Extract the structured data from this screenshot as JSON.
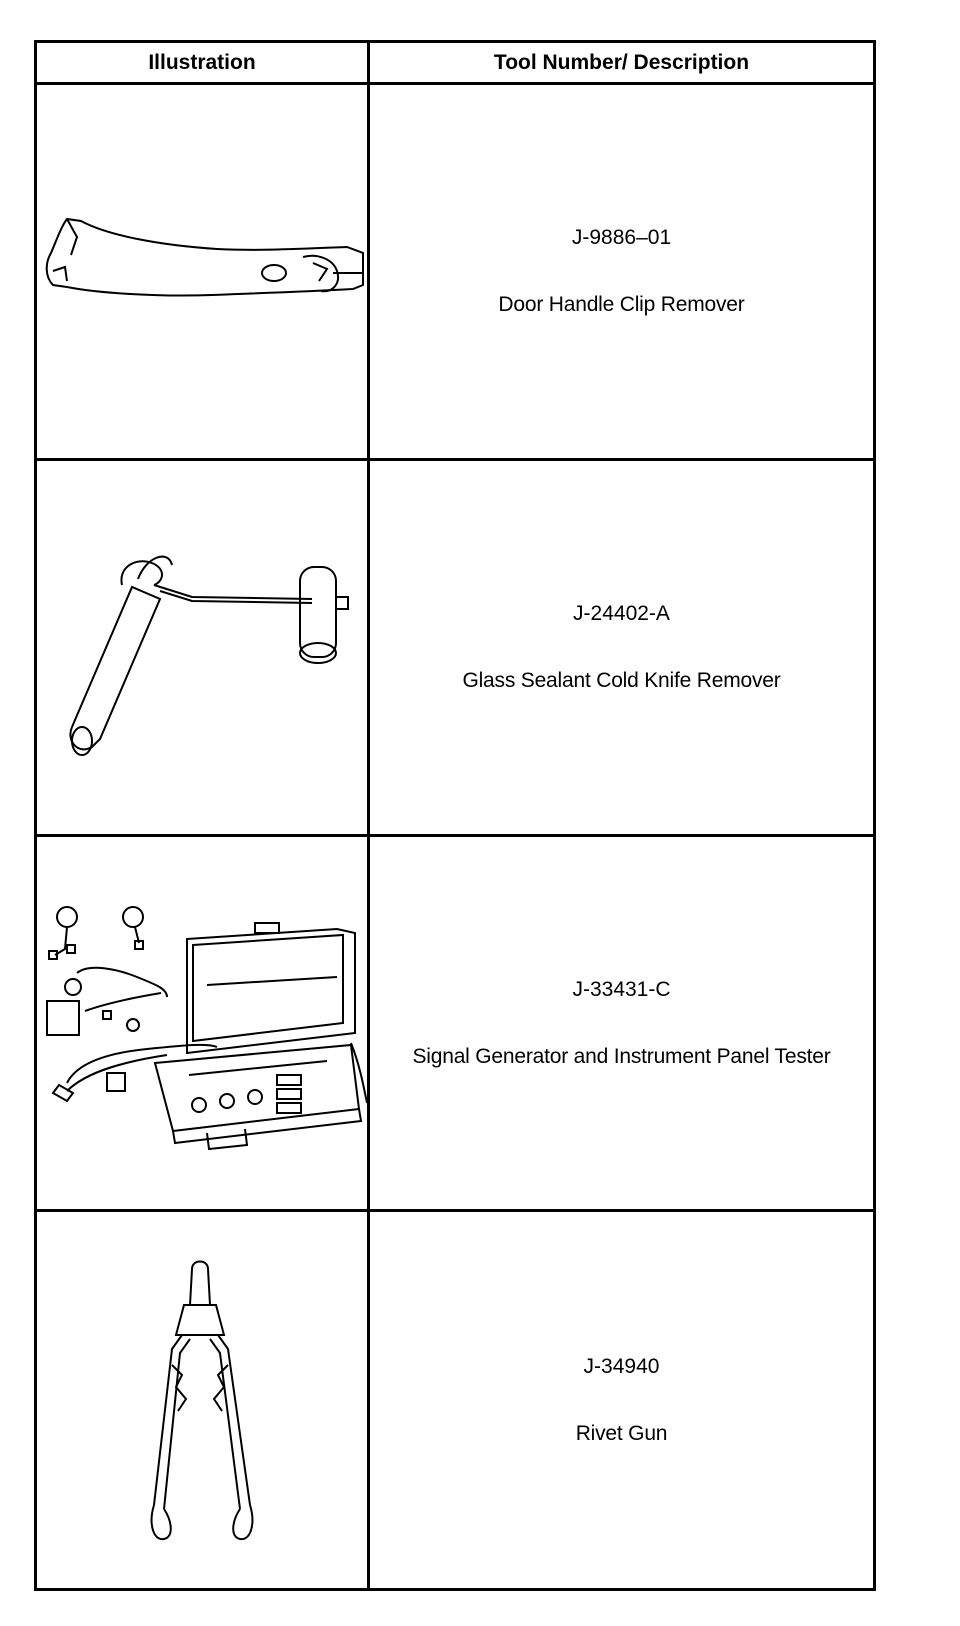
{
  "table": {
    "headers": {
      "illustration": "Illustration",
      "description": "Tool Number/ Description"
    },
    "rows": [
      {
        "tool_number": "J-9886–01",
        "description": "Door Handle Clip Remover",
        "icon": "clip-remover-icon"
      },
      {
        "tool_number": "J-24402-A",
        "description": "Glass Sealant Cold Knife Remover",
        "icon": "cold-knife-icon"
      },
      {
        "tool_number": "J-33431-C",
        "description": "Signal Generator and Instrument Panel Tester",
        "icon": "signal-tester-icon"
      },
      {
        "tool_number": "J-34940",
        "description": "Rivet Gun",
        "icon": "rivet-gun-icon"
      }
    ]
  }
}
